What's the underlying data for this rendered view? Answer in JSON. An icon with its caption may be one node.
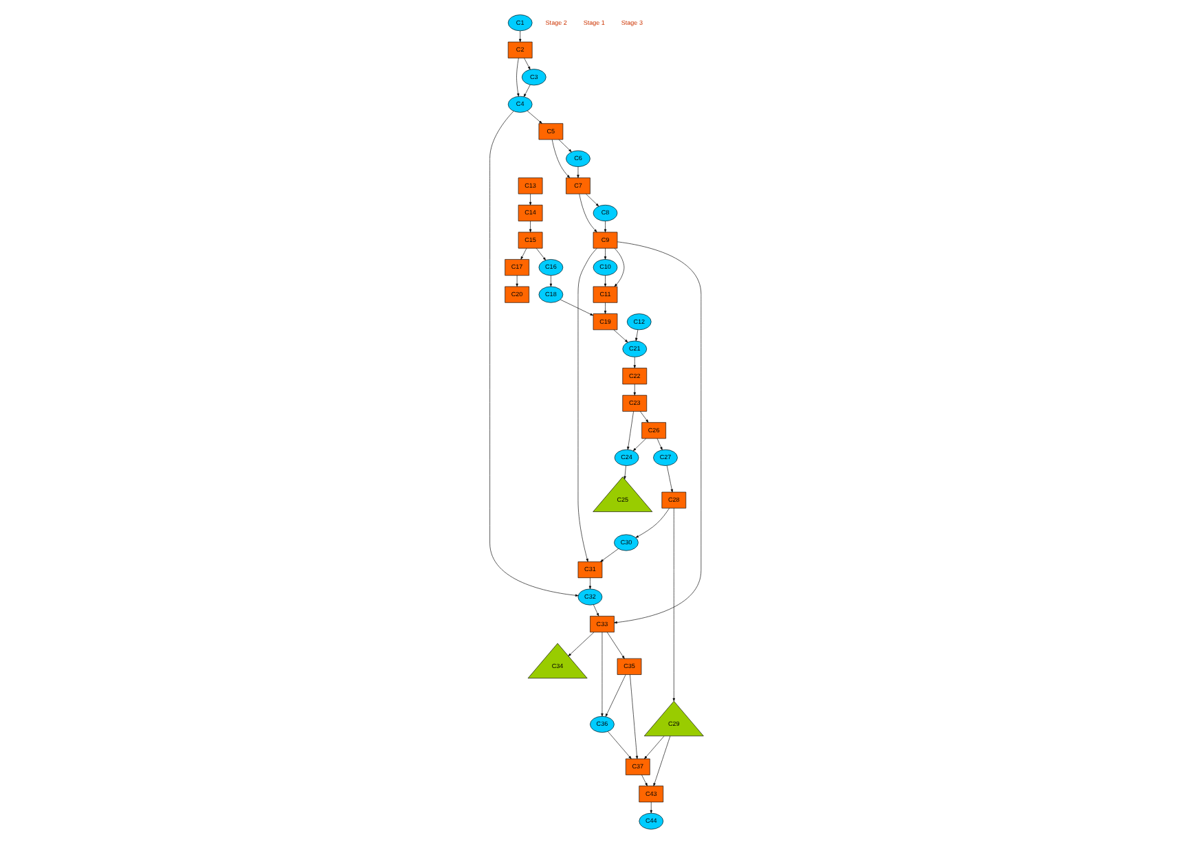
{
  "diagram": {
    "nodes": [
      {
        "text": [
          "C1"
        ]
      },
      {
        "text": [
          "C2"
        ]
      },
      {
        "text": [
          "C3"
        ]
      },
      {
        "text": [
          "C4"
        ]
      },
      {
        "text": [
          "C5"
        ]
      },
      {
        "text": [
          "C6"
        ]
      },
      {
        "text": [
          "C7"
        ]
      },
      {
        "text": [
          "C8"
        ]
      },
      {
        "text": [
          "C9"
        ]
      },
      {
        "text": [
          "C10"
        ]
      },
      {
        "text": [
          "C11"
        ]
      },
      {
        "text": [
          "C12"
        ]
      },
      {
        "text": [
          "C13"
        ]
      },
      {
        "text": [
          "C14"
        ]
      },
      {
        "text": [
          "C15"
        ]
      },
      {
        "text": [
          "C16"
        ]
      },
      {
        "text": [
          "C17"
        ]
      },
      {
        "text": [
          "C18"
        ]
      },
      {
        "text": [
          "C19"
        ]
      },
      {
        "text": [
          "C20"
        ]
      },
      {
        "text": [
          "C21"
        ]
      },
      {
        "text": [
          "C22"
        ]
      },
      {
        "text": [
          "C23"
        ]
      },
      {
        "text": [
          "C24"
        ]
      },
      {
        "text": [
          "C25"
        ]
      },
      {
        "text": [
          "C26"
        ]
      },
      {
        "text": [
          "C27"
        ]
      },
      {
        "text": [
          "C28"
        ]
      },
      {
        "text": [
          "C29"
        ]
      },
      {
        "text": [
          "C30"
        ]
      },
      {
        "text": [
          "C31"
        ]
      },
      {
        "text": [
          "C32"
        ]
      },
      {
        "text": [
          "C33"
        ]
      },
      {
        "text": [
          "C34"
        ]
      },
      {
        "text": [
          "C35"
        ]
      },
      {
        "text": [
          "C36"
        ]
      },
      {
        "text": [
          "C37"
        ]
      },
      {
        "text": [
          "C43"
        ]
      },
      {
        "text": [
          "C44"
        ]
      }
    ],
    "edges": [
      {
        "from": 0,
        "to": 1,
        "arrow": "to"
      },
      {
        "from": 1,
        "to": 2,
        "arrow": "to"
      },
      {
        "from": 1,
        "to": 3,
        "arrow": "to"
      },
      {
        "from": 2,
        "to": 3,
        "arrow": "to"
      },
      {
        "from": 3,
        "to": 4,
        "arrow": "to"
      },
      {
        "from": 3,
        "to": 31,
        "arrow": "to"
      },
      {
        "from": 4,
        "to": 5,
        "arrow": "to"
      },
      {
        "from": 4,
        "to": 6,
        "arrow": "to"
      },
      {
        "from": 5,
        "to": 6,
        "arrow": "to"
      },
      {
        "from": 6,
        "to": 7,
        "arrow": "to"
      },
      {
        "from": 6,
        "to": 8,
        "arrow": "to"
      },
      {
        "from": 7,
        "to": 8,
        "arrow": "to"
      },
      {
        "from": 8,
        "to": 9,
        "arrow": "to"
      },
      {
        "from": 8,
        "to": 10,
        "arrow": "to"
      },
      {
        "from": 8,
        "to": 32,
        "arrow": "to"
      },
      {
        "from": 8,
        "to": 30,
        "arrow": "to"
      },
      {
        "from": 9,
        "to": 10,
        "arrow": "to"
      },
      {
        "from": 10,
        "to": 18,
        "arrow": "to"
      },
      {
        "from": 11,
        "to": 20,
        "arrow": "to"
      },
      {
        "from": 12,
        "to": 13,
        "arrow": "to"
      },
      {
        "from": 13,
        "to": 14,
        "arrow": "to"
      },
      {
        "from": 14,
        "to": 15,
        "arrow": "to"
      },
      {
        "from": 14,
        "to": 16,
        "arrow": "to"
      },
      {
        "from": 15,
        "to": 17,
        "arrow": "to"
      },
      {
        "from": 17,
        "to": 18,
        "arrow": "to"
      },
      {
        "from": 16,
        "to": 19,
        "arrow": "to"
      },
      {
        "from": 18,
        "to": 20,
        "arrow": "to"
      },
      {
        "from": 20,
        "to": 21,
        "arrow": "to"
      },
      {
        "from": 21,
        "to": 22,
        "arrow": "to"
      },
      {
        "from": 22,
        "to": 23,
        "arrow": "to"
      },
      {
        "from": 22,
        "to": 25,
        "arrow": "to"
      },
      {
        "from": 25,
        "to": 23,
        "arrow": "to"
      },
      {
        "from": 23,
        "to": 24,
        "arrow": "to"
      },
      {
        "from": 25,
        "to": 26,
        "arrow": "to"
      },
      {
        "from": 26,
        "to": 27,
        "arrow": "to"
      },
      {
        "from": 27,
        "to": 28,
        "arrow": "to"
      },
      {
        "from": 27,
        "to": 29,
        "arrow": "to"
      },
      {
        "from": 29,
        "to": 30,
        "arrow": "to"
      },
      {
        "from": 30,
        "to": 31,
        "arrow": "to"
      },
      {
        "from": 31,
        "to": 32,
        "arrow": "to"
      },
      {
        "from": 32,
        "to": 33,
        "arrow": "to"
      },
      {
        "from": 32,
        "to": 34,
        "arrow": "to"
      },
      {
        "from": 32,
        "to": 35,
        "arrow": "to"
      },
      {
        "from": 34,
        "to": 35,
        "arrow": "to"
      },
      {
        "from": 34,
        "to": 36,
        "arrow": "to"
      },
      {
        "from": 35,
        "to": 36,
        "arrow": "to"
      },
      {
        "from": 28,
        "to": 36,
        "arrow": "to"
      },
      {
        "from": 28,
        "to": 37,
        "arrow": "to"
      },
      {
        "from": 36,
        "to": 37,
        "arrow": "to"
      },
      {
        "from": 37,
        "to": 38,
        "arrow": "to"
      }
    ],
    "labels": [
      "Stage 2",
      "Stage 1",
      "Stage 3"
    ]
  }
}
